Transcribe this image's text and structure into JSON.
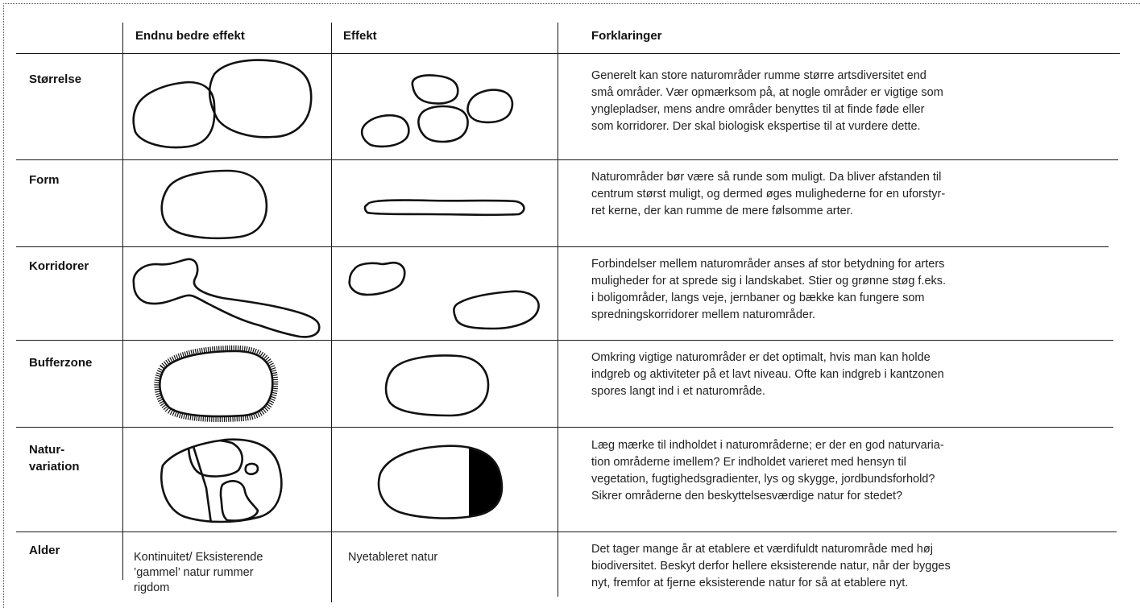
{
  "headers": {
    "col1": "Endnu bedre effekt",
    "col2": "Effekt",
    "col3": "Forklaringer"
  },
  "rows": [
    {
      "label": "Størrelse",
      "explanation": [
        "Generelt kan store naturområder rumme større artsdiversitet end",
        "små områder. Vær opmærksom på, at nogle områder er vigtige som",
        "ynglepladser, mens andre områder benyttes til at finde føde eller",
        "som korridorer. Der skal biologisk ekspertise til at vurdere dette."
      ]
    },
    {
      "label": "Form",
      "explanation": [
        "Naturområder bør være så runde som muligt. Da bliver afstanden til",
        "centrum størst muligt, og dermed øges mulighederne for en uforstyr-",
        "ret kerne, der kan rumme de mere følsomme arter."
      ]
    },
    {
      "label": "Korridorer",
      "explanation": [
        "Forbindelser mellem naturområder anses af stor betydning for arters",
        "muligheder for at sprede sig i landskabet. Stier og grønne støg f.eks.",
        "i boligområder, langs veje, jernbaner og bække kan fungere som",
        "spredningskorridorer mellem naturområder."
      ]
    },
    {
      "label": "Bufferzone",
      "explanation": [
        "Omkring vigtige naturområder er det optimalt, hvis man kan holde",
        "indgreb og aktiviteter på et lavt niveau. Ofte kan indgreb i kantzonen",
        "spores langt ind i et naturområde."
      ]
    },
    {
      "label_lines": [
        "Natur-",
        "variation"
      ],
      "explanation": [
        "Læg mærke til indholdet i naturområderne; er der en god naturvaria-",
        "tion områderne imellem? Er indholdet varieret med hensyn til",
        "vegetation, fugtighedsgradienter, lys og skygge, jordbundsforhold?",
        "Sikrer områderne den beskyttelsesværdige natur for stedet?"
      ]
    },
    {
      "label": "Alder",
      "better_lines": [
        "Kontinuitet/ Eksisterende",
        "’gammel’ natur rummer",
        "rigdom"
      ],
      "effect": "Nyetableret natur",
      "explanation": [
        "Det tager mange år at etablere et værdifuldt naturområde med høj",
        "biodiversitet. Beskyt derfor hellere eksisterende natur, når der bygges",
        "nyt, fremfor at fjerne eksisterende natur for så at etablere nyt."
      ]
    }
  ]
}
